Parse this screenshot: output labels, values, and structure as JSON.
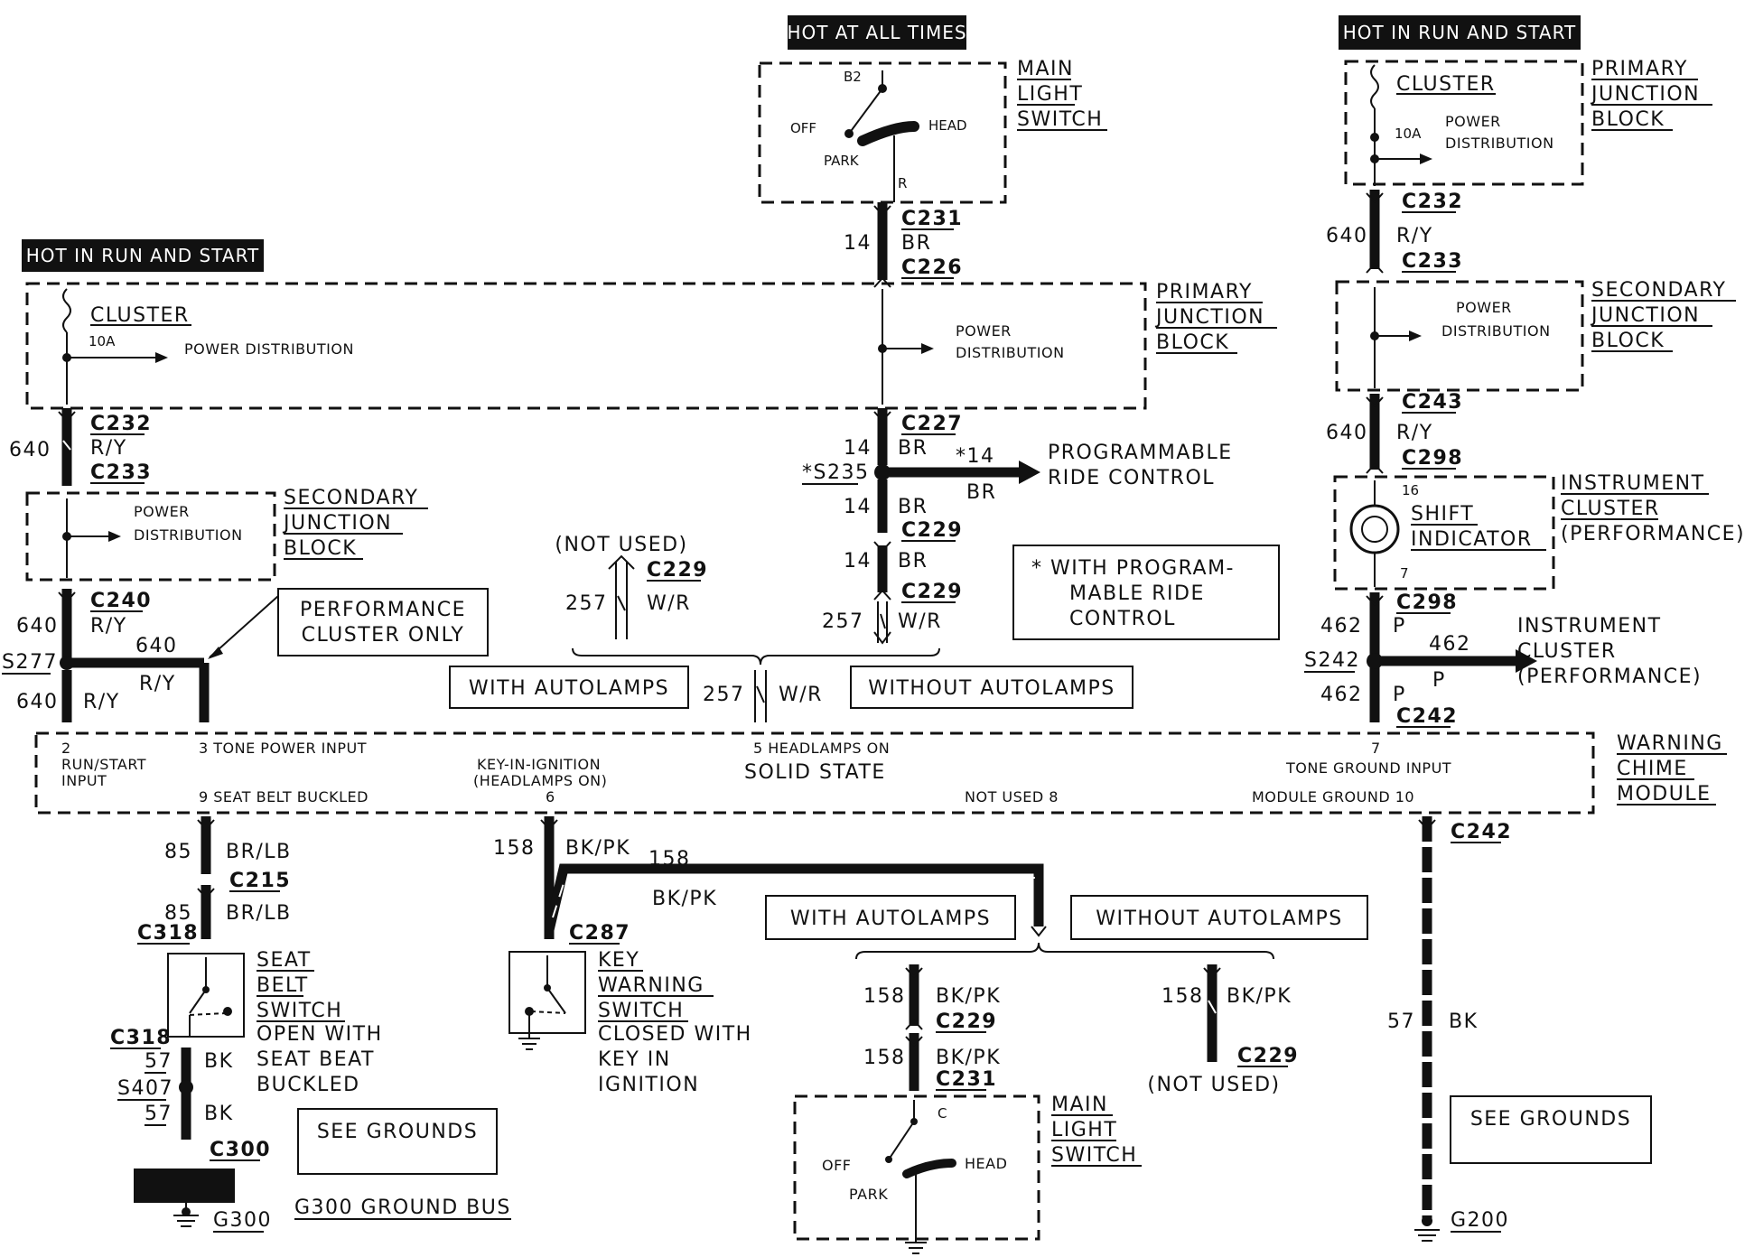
{
  "headers": {
    "hot_all_times": "HOT AT ALL TIMES",
    "hot_run_start_left": "HOT IN  RUN AND  START",
    "hot_run_start_right": "HOT IN  RUN AND  START"
  },
  "main_light_switch_top": {
    "title": [
      "MAIN",
      "LIGHT",
      "SWITCH"
    ],
    "b2": "B2",
    "off": "OFF",
    "head": "HEAD",
    "park": "PARK",
    "r": "R"
  },
  "top_wire": {
    "gauge": "14",
    "c231": "C231",
    "color": "BR",
    "c226": "C226"
  },
  "primary_jb_left": {
    "title": [
      "PRIMARY",
      "JUNCTION",
      "BLOCK"
    ],
    "cluster": "CLUSTER",
    "fuse": "10A",
    "power_dist": "POWER DISTRIBUTION",
    "power_dist_mid": [
      "POWER",
      "DISTRIBUTION"
    ]
  },
  "left_640_a": {
    "gauge": "640",
    "c232": "C232",
    "color": "R/Y",
    "c233": "C233"
  },
  "secondary_jb_left": {
    "title": [
      "SECONDARY",
      "JUNCTION",
      "BLOCK"
    ],
    "power_dist": [
      "POWER",
      "DISTRIBUTION"
    ]
  },
  "left_640_b": {
    "gauge": "640",
    "c240": "C240",
    "color": "R/Y"
  },
  "s277": {
    "label": "S277",
    "gauge": "640",
    "color": "R/Y"
  },
  "left_640_c": {
    "gauge": "640",
    "color": "R/Y"
  },
  "performance_note": [
    "PERFORMANCE",
    "CLUSTER ONLY"
  ],
  "mid_column": {
    "c227": "C227",
    "g1": "14",
    "br1": "BR",
    "s235": "*S235",
    "g2": "14",
    "br2": "BR",
    "c229a": "C229",
    "g3": "14",
    "br3": "BR",
    "c229b": "C229",
    "g257": "257",
    "wr": "W/R"
  },
  "prog_ride": {
    "gauge": "*14",
    "color": "BR",
    "label": [
      "PROGRAMMABLE",
      "RIDE CONTROL"
    ]
  },
  "not_used_top": {
    "label": "(NOT USED)",
    "c229": "C229",
    "gauge": "257",
    "color": "W/R"
  },
  "prog_note": [
    "*  WITH PROGRAM-",
    "MABLE RIDE",
    "CONTROL"
  ],
  "autolamps_top": {
    "with": "WITH AUTOLAMPS",
    "without": "WITHOUT AUTOLAMPS",
    "gauge": "257",
    "color": "W/R"
  },
  "right_column": {
    "primary_title": [
      "PRIMARY",
      "JUNCTION",
      "BLOCK"
    ],
    "cluster": "CLUSTER",
    "fuse": "10A",
    "power_dist": [
      "POWER",
      "DISTRIBUTION"
    ],
    "c232": "C232",
    "g640a": "640",
    "ry_a": "R/Y",
    "c233": "C233",
    "secondary_title": [
      "SECONDARY",
      "JUNCTION",
      "BLOCK"
    ],
    "power_dist2": [
      "POWER",
      "DISTRIBUTION"
    ],
    "c243": "C243",
    "g640b": "640",
    "ry_b": "R/Y",
    "c298a": "C298",
    "ic_title": [
      "INSTRUMENT",
      "CLUSTER",
      "(PERFORMANCE)"
    ],
    "pin16": "16",
    "shift": [
      "SHIFT",
      "INDICATOR"
    ],
    "pin7": "7",
    "c298b": "C298",
    "g462a": "462",
    "p_a": "P",
    "s242": "S242",
    "g462b": "462",
    "p_b": "P",
    "ic2": [
      "INSTRUMENT",
      "CLUSTER",
      "(PERFORMANCE)"
    ],
    "g462c": "462",
    "p_c": "P",
    "c242": "C242"
  },
  "chime_module": {
    "title": [
      "WARNING",
      "CHIME",
      "MODULE"
    ],
    "pin2": [
      "2",
      "RUN/START",
      "INPUT"
    ],
    "pin3": "3 TONE POWER INPUT",
    "pin9": "9 SEAT BELT BUCKLED",
    "pin6": [
      "KEY-IN-IGNITION",
      "(HEADLAMPS ON)",
      "6"
    ],
    "pin5": "5 HEADLAMPS ON",
    "solid": "SOLID STATE",
    "pin8": "NOT USED 8",
    "pin7": [
      "7",
      "TONE GROUND INPUT"
    ],
    "pin10": "MODULE GROUND 10"
  },
  "seat_belt": {
    "g85a": "85",
    "brlb_a": "BR/LB",
    "c215": "C215",
    "g85b": "85",
    "brlb_b": "BR/LB",
    "c318a": "C318",
    "title": [
      "SEAT",
      "BELT",
      "SWITCH"
    ],
    "desc": [
      "OPEN WITH",
      "SEAT BEAT",
      "BUCKLED"
    ],
    "c318b": "C318",
    "g57a": "57",
    "bk_a": "BK",
    "s407": "S407",
    "g57b": "57",
    "bk_b": "BK",
    "c300": "C300",
    "g300": "G300",
    "ground_bus": "G300 GROUND BUS",
    "see_grounds": "SEE GROUNDS"
  },
  "key_warning": {
    "g158a": "158",
    "bkpk_a": "BK/PK",
    "g158b": "158",
    "bkpk_b": "BK/PK",
    "c287": "C287",
    "title": [
      "KEY",
      "WARNING",
      "SWITCH"
    ],
    "desc": [
      "CLOSED WITH",
      "KEY IN",
      "IGNITION"
    ]
  },
  "autolamps_bottom": {
    "with": "WITH AUTOLAMPS",
    "without": "WITHOUT AUTOLAMPS"
  },
  "bottom_mid": {
    "g158a": "158",
    "bkpk_a": "BK/PK",
    "c229": "C229",
    "g158b": "158",
    "bkpk_b": "BK/PK",
    "c231": "C231",
    "title": [
      "MAIN",
      "LIGHT",
      "SWITCH"
    ],
    "c": "C",
    "off": "OFF",
    "head": "HEAD",
    "park": "PARK"
  },
  "bottom_not_used": {
    "g158": "158",
    "bkpk": "BK/PK",
    "c229": "C229",
    "label": "(NOT USED)"
  },
  "ground_right": {
    "c242": "C242",
    "g57": "57",
    "bk": "BK",
    "see_grounds": "SEE GROUNDS",
    "g200": "G200"
  }
}
